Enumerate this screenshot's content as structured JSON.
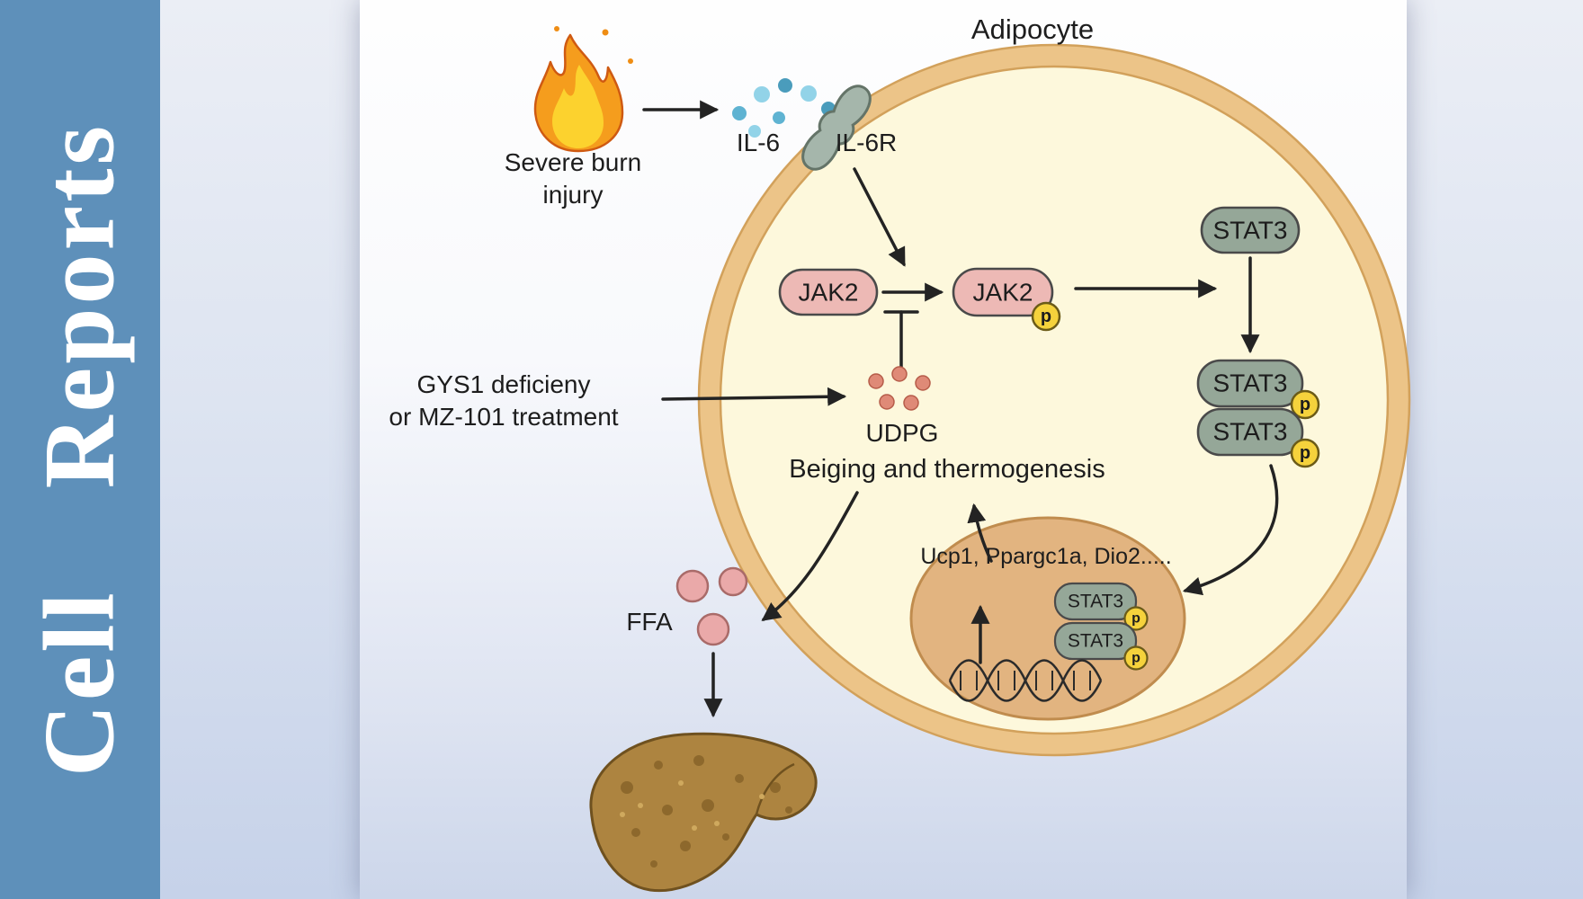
{
  "journal": {
    "name": "Cell Reports"
  },
  "title": "Adipocyte",
  "labels": {
    "severe_burn_line1": "Severe burn",
    "severe_burn_line2": "injury",
    "il6": "IL-6",
    "il6r": "IL-6R",
    "jak2": "JAK2",
    "p": "p",
    "stat3": "STAT3",
    "gys1_line1": "GYS1 deficieny",
    "gys1_line2": "or MZ-101 treatment",
    "udpg": "UDPG",
    "beiging": "Beiging and thermogenesis",
    "genes": "Ucp1, Ppargc1a, Dio2.....",
    "ffa": "FFA"
  },
  "icons": [
    "flame-icon",
    "il6r-receptor-icon",
    "il6-dots-icon",
    "udpg-dots-icon",
    "ffa-droplets-icon",
    "dna-helix-icon",
    "liver-icon"
  ],
  "colors": {
    "sidebar_blue": "#5e90ba",
    "cell_fill": "#fdf8dc",
    "membrane": "#ecc488",
    "membrane_edge": "#d2a15b",
    "node_pink": "#edb9b5",
    "node_green": "#95a798",
    "phospho_yellow": "#f5d23c",
    "nucleus_tan": "#e2b480",
    "il6_blue": "#7cc4de",
    "udpg_salmon": "#df8a77",
    "ffa_pink": "#eaa9a9",
    "liver_brown": "#ad8440",
    "arrow_dark": "#232323"
  }
}
